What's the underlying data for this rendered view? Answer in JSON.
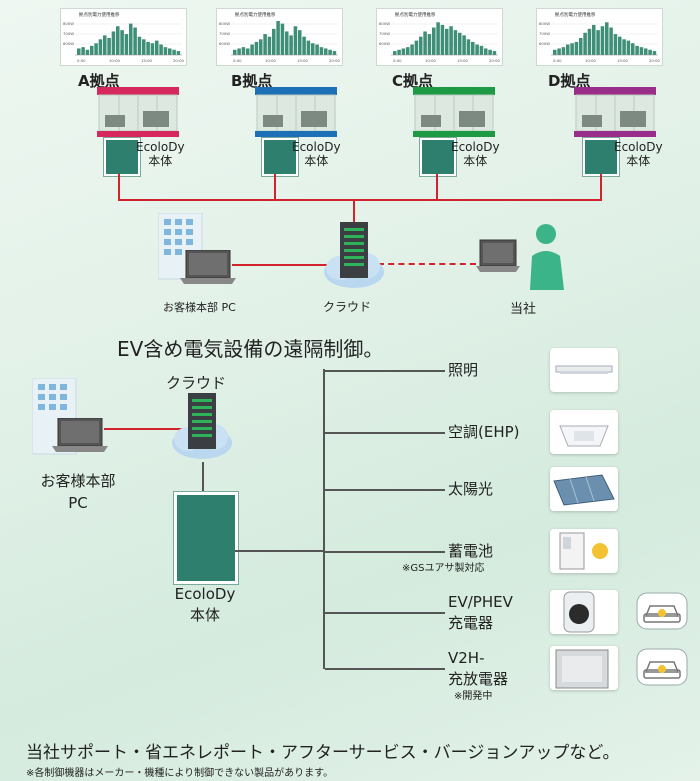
{
  "sites": [
    {
      "label": "A拠点",
      "accent": "#d6285c",
      "chart_title": "拠点別電力使用推移",
      "y_ticks": [
        "800W",
        "700W",
        "600W"
      ],
      "x_ticks": [
        "0:00",
        "10:00",
        "15:00",
        "20:00"
      ],
      "bars": [
        5,
        6,
        4,
        7,
        9,
        12,
        15,
        13,
        18,
        22,
        19,
        16,
        24,
        21,
        14,
        12,
        10,
        9,
        11,
        8,
        6,
        5,
        4,
        3
      ]
    },
    {
      "label": "B拠点",
      "accent": "#1d6fb8",
      "chart_title": "拠点別電力使用推移",
      "y_ticks": [
        "800W",
        "700W",
        "600W"
      ],
      "x_ticks": [
        "0:00",
        "10:00",
        "15:00",
        "20:00"
      ],
      "bars": [
        4,
        5,
        6,
        5,
        8,
        10,
        12,
        16,
        14,
        20,
        26,
        24,
        18,
        15,
        22,
        19,
        14,
        11,
        9,
        8,
        6,
        5,
        4,
        3
      ]
    },
    {
      "label": "C拠点",
      "accent": "#1e9a44",
      "chart_title": "拠点別電力使用推移",
      "y_ticks": [
        "800W",
        "700W",
        "600W"
      ],
      "x_ticks": [
        "0:00",
        "10:00",
        "15:00",
        "20:00"
      ],
      "bars": [
        3,
        4,
        5,
        6,
        8,
        11,
        14,
        18,
        16,
        21,
        25,
        23,
        20,
        22,
        19,
        17,
        15,
        12,
        10,
        8,
        7,
        5,
        4,
        3
      ]
    },
    {
      "label": "D拠点",
      "accent": "#9b2d8a",
      "chart_title": "拠点別電力使用推移",
      "y_ticks": [
        "800W",
        "700W",
        "600W"
      ],
      "x_ticks": [
        "0:00",
        "10:00",
        "15:00",
        "20:00"
      ],
      "bars": [
        4,
        5,
        6,
        8,
        9,
        10,
        13,
        17,
        20,
        23,
        19,
        22,
        25,
        21,
        16,
        14,
        12,
        11,
        9,
        7,
        6,
        5,
        4,
        3
      ]
    }
  ],
  "unit_label_line1": "EcoloDy",
  "unit_label_line2": "本体",
  "top_network": {
    "hq_label": "お客様本部 PC",
    "cloud_label": "クラウド",
    "company_label": "当社"
  },
  "heading_remote": "EV含め電気設備の遠隔制御。",
  "lower": {
    "cloud_label": "クラウド",
    "hq_label_line1": "お客様本部",
    "hq_label_line2": "PC",
    "unit_line1": "EcoloDy",
    "unit_line2": "本体",
    "items": [
      {
        "label_line1": "照明",
        "label_line2": "",
        "note": "",
        "icon": "ceiling-light-icon"
      },
      {
        "label_line1": "空調(EHP)",
        "label_line2": "",
        "note": "",
        "icon": "air-conditioner-icon"
      },
      {
        "label_line1": "太陽光",
        "label_line2": "",
        "note": "",
        "icon": "solar-panel-icon"
      },
      {
        "label_line1": "蓄電池",
        "label_line2": "",
        "note": "※GSユアサ製対応",
        "icon": "battery-icon"
      },
      {
        "label_line1": "EV/PHEV",
        "label_line2": "充電器",
        "note": "",
        "icon": "ev-charger-icon"
      },
      {
        "label_line1": "V2H-",
        "label_line2": "充放電器",
        "note": "※開発中",
        "icon": "v2h-icon"
      }
    ]
  },
  "footer_main": "当社サポート・省エネレポート・アフターサービス・バージョンアップなど。",
  "footer_note": "※各制御機器はメーカー・機種により制御できない製品があります。",
  "colors": {
    "accent_red": "#d2222e",
    "unit_green": "#2f7f6e",
    "chart_bar": "#3f8f78"
  }
}
